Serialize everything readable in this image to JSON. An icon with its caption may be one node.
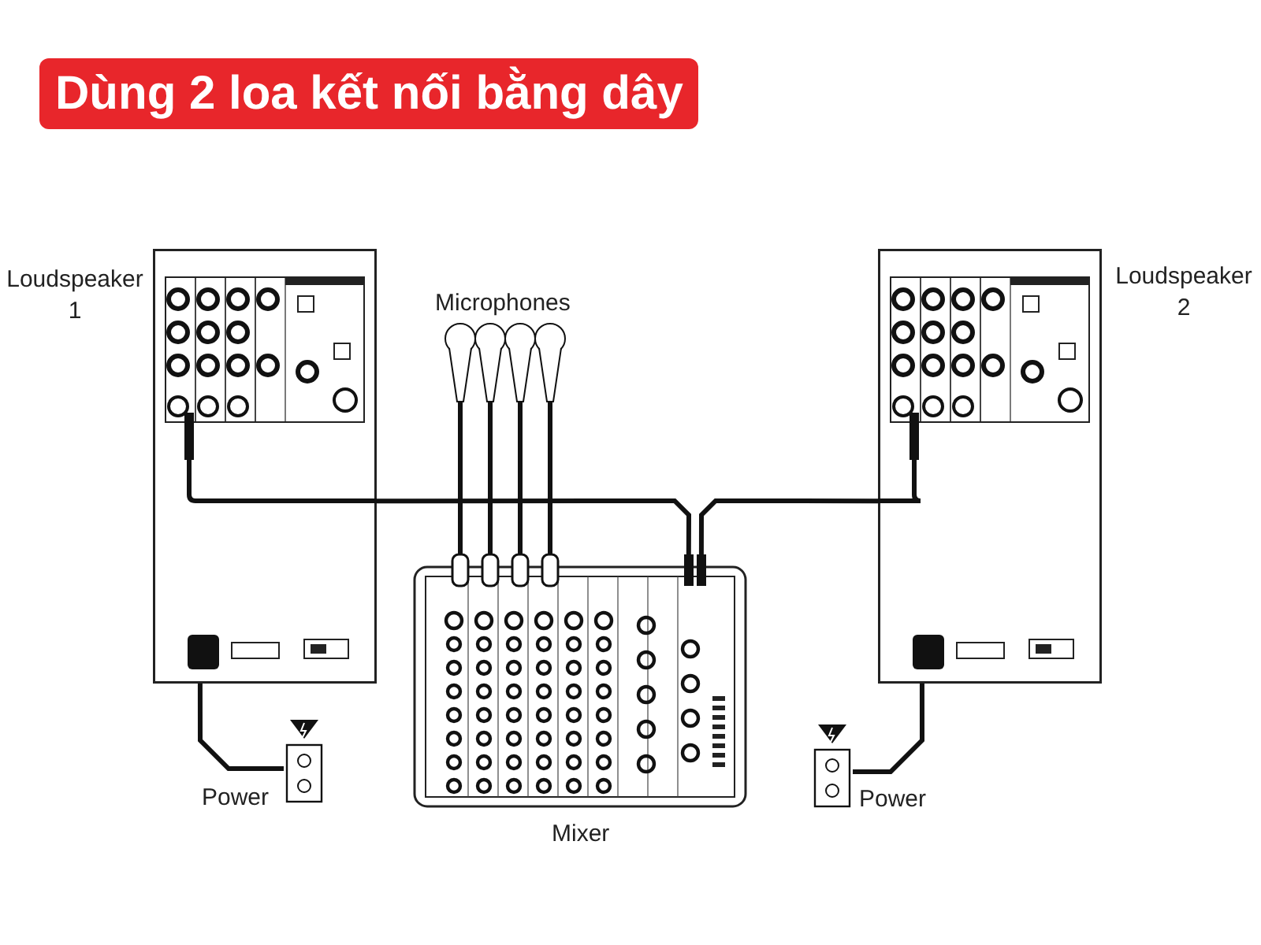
{
  "diagram": {
    "title": "Dùng 2 loa kết nối bằng dây",
    "nodes": [
      {
        "text": [
          "Loudspeaker 1"
        ]
      },
      {
        "text": [
          "Loudspeaker 2"
        ]
      },
      {
        "text": [],
        "shape": "picture"
      },
      {
        "text": [],
        "shape": "picture"
      },
      {
        "text": [],
        "shape": "picture"
      },
      {
        "text": [],
        "shape": "picture"
      },
      {
        "text": [
          "Mixer"
        ]
      },
      {
        "text": [
          "Power"
        ]
      },
      {
        "text": [
          "Power"
        ]
      }
    ],
    "edges": [
      {
        "from": 2,
        "to": 6,
        "arrow": "none"
      },
      {
        "from": 3,
        "to": 6,
        "arrow": "none"
      },
      {
        "from": 4,
        "to": 6,
        "arrow": "none"
      },
      {
        "from": 5,
        "to": 6,
        "arrow": "none"
      },
      {
        "from": 0,
        "to": 6,
        "arrow": "none"
      },
      {
        "from": 1,
        "to": 6,
        "arrow": "none"
      },
      {
        "from": 0,
        "to": 7,
        "arrow": "none"
      },
      {
        "from": 1,
        "to": 8,
        "arrow": "none"
      }
    ],
    "labels": [
      "Microphones"
    ]
  }
}
